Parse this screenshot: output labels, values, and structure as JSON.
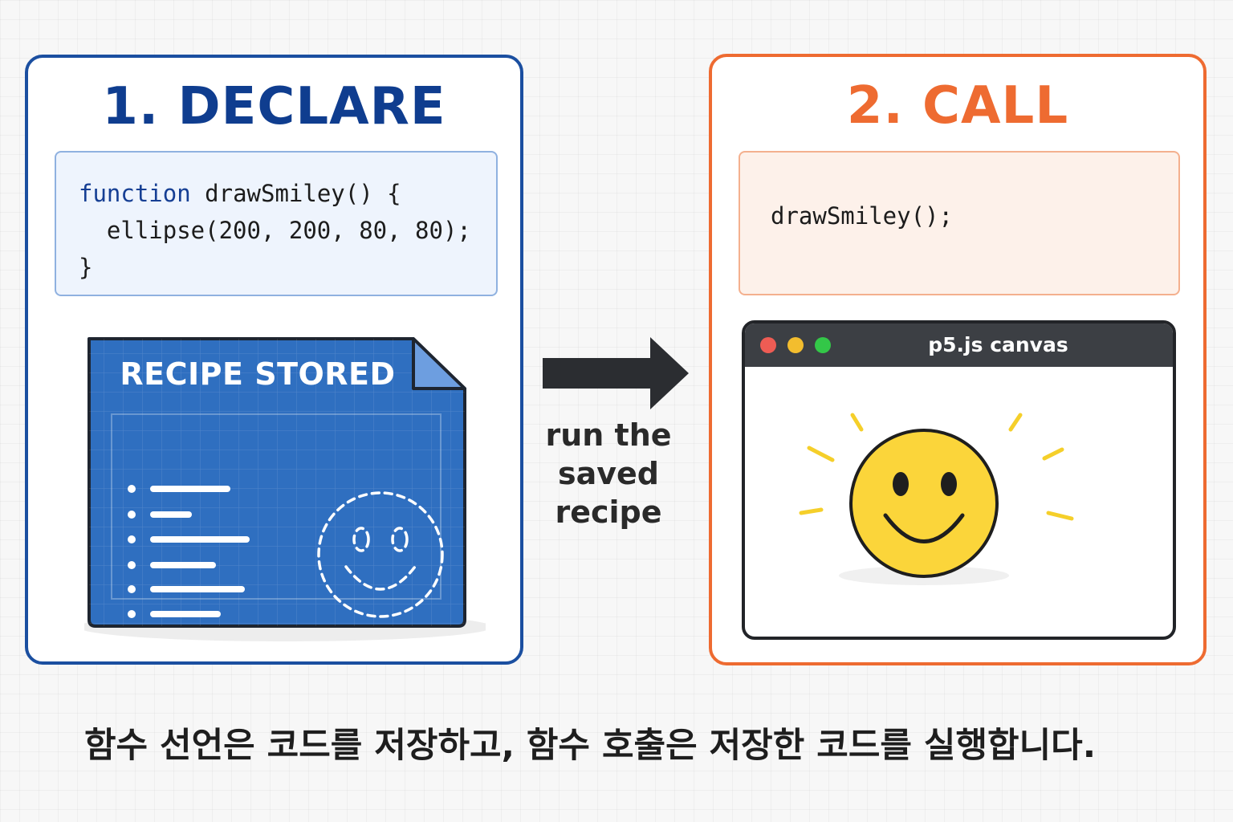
{
  "declare": {
    "title": "1. DECLARE",
    "code": {
      "keyword": "function",
      "line1_rest": " drawSmiley() {",
      "line2": "  ellipse(200, 200, 80, 80);",
      "line3": "}"
    },
    "blueprint_label": "RECIPE STORED"
  },
  "arrow": {
    "caption_lines": [
      "run the",
      "saved",
      "recipe"
    ]
  },
  "call": {
    "title": "2. CALL",
    "code": "drawSmiley();",
    "window_title": "p5.js canvas"
  },
  "caption": "함수 선언은 코드를 저장하고, 함수 호출은 저장한 코드를 실행합니다.",
  "colors": {
    "declare_accent": "#1b4fa0",
    "call_accent": "#ee6b31",
    "blueprint_blue": "#2f6fc0",
    "smiley_yellow": "#fbd53a"
  },
  "icons": [
    "document-blueprint-icon",
    "right-arrow-icon",
    "smiley-face-icon"
  ]
}
